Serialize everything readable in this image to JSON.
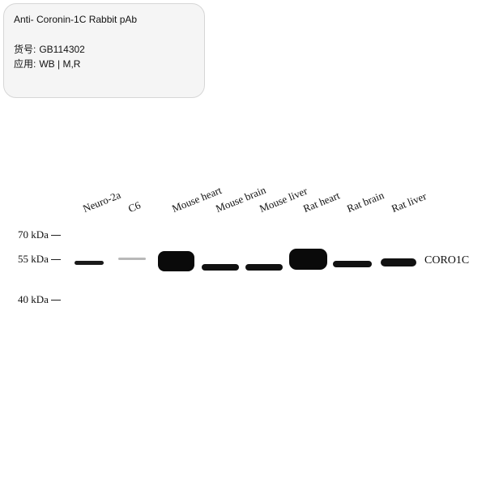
{
  "info": {
    "title": "Anti- Coronin-1C Rabbit pAb",
    "catalog_label": "货号:",
    "catalog_value": "GB114302",
    "application_label": "应用:",
    "application_value": "WB | M,R"
  },
  "blot": {
    "lanes": [
      "Neuro-2a",
      "C6",
      "Mouse heart",
      "Mouse brain",
      "Mouse liver",
      "Rat heart",
      "Rat brain",
      "Rat liver"
    ],
    "markers": [
      "70 kDa",
      "55 kDa",
      "40 kDa"
    ],
    "protein": "CORO1C"
  }
}
